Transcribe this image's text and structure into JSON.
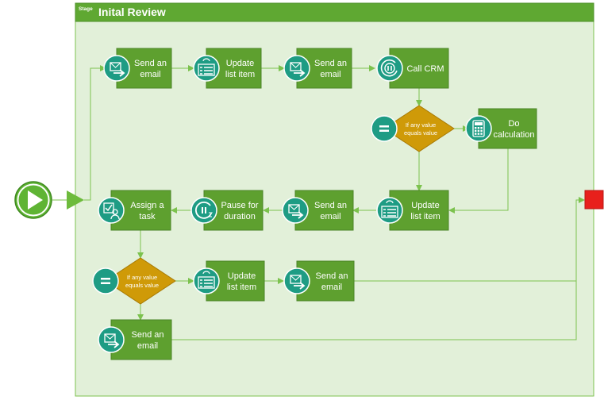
{
  "stage": {
    "tag": "Stage",
    "title": "Inital Review"
  },
  "nodes": {
    "send_email_1": [
      "Send an",
      "email"
    ],
    "update_list_1": [
      "Update",
      "list item"
    ],
    "send_email_2": [
      "Send an",
      "email"
    ],
    "call_crm": [
      "Call CRM"
    ],
    "condition_1": [
      "If any value",
      "equals value"
    ],
    "do_calculation": [
      "Do",
      "calculation"
    ],
    "update_list_2": [
      "Update",
      "list item"
    ],
    "send_email_3": [
      "Send an",
      "email"
    ],
    "pause_duration": [
      "Pause for",
      "duration"
    ],
    "assign_task": [
      "Assign a",
      "task"
    ],
    "condition_2": [
      "If any value",
      "equals value"
    ],
    "update_list_3": [
      "Update",
      "list item"
    ],
    "send_email_4": [
      "Send an",
      "email"
    ],
    "send_email_5": [
      "Send an",
      "email"
    ]
  },
  "colors": {
    "stage_header": "#5fa832",
    "stage_fill": "#e2f0d9",
    "action_box": "#5ea02f",
    "icon_circle": "#1e9c84",
    "condition": "#cf9a08",
    "connector": "#7cc24e",
    "start": "#5fb434",
    "end": "#e8201c"
  }
}
